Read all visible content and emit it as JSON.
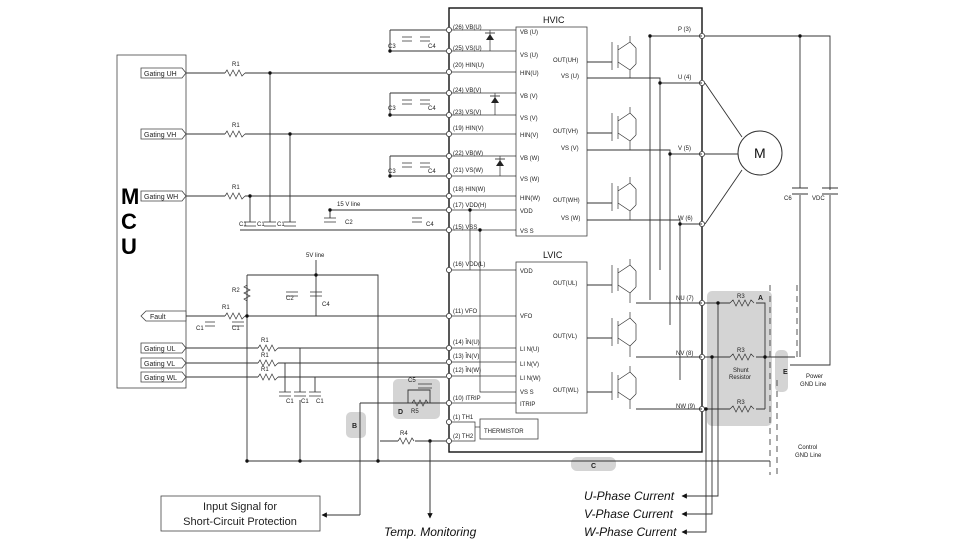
{
  "mcu": {
    "label_m": "M",
    "label_c": "C",
    "label_u": "U"
  },
  "mcu_signals": {
    "gating_uh": "Gating UH",
    "gating_vh": "Gating VH",
    "gating_wh": "Gating WH",
    "fault": "Fault",
    "gating_ul": "Gating UL",
    "gating_vl": "Gating VL",
    "gating_wl": "Gating WL"
  },
  "supply": {
    "v15": "15 V line",
    "v5": "5V line"
  },
  "components": {
    "r1": "R1",
    "r2": "R2",
    "r3": "R3",
    "r4": "R4",
    "r5": "R5",
    "c1": "C1",
    "c2": "C2",
    "c3": "C3",
    "c4": "C4",
    "c5": "C5",
    "c6": "C6",
    "vdc": "VDC",
    "thermistor": "THERMISTOR",
    "motor": "M",
    "shunt_line1": "Shunt",
    "shunt_line2": "Resistor"
  },
  "ic": {
    "hvic": "HVIC",
    "lvic": "LVIC"
  },
  "pins_left": [
    "(26) VB(U)",
    "(25) VS(U)",
    "(20) HIN(U)",
    "(24) VB(V)",
    "(23) VS(V)",
    "(19) HIN(V)",
    "(22) VB(W)",
    "(21) VS(W)",
    "(18) HIN(W)",
    "(17) VDD(H)",
    "(15) VSS",
    "(16) VDD(L)",
    "(11) VFO",
    "(14) ĪN(U)",
    "(13) ĪN(V)",
    "(12) ĪN(W)",
    "(10) ITRIP",
    "(1) TH1",
    "(2) TH2"
  ],
  "hvic_pins_left": [
    "VB (U)",
    "VS (U)",
    "HIN(U)",
    "VB (V)",
    "VS (V)",
    "HIN(V)",
    "VB (W)",
    "VS (W)",
    "HIN(W)",
    "VDD",
    "VS S"
  ],
  "hvic_pins_right": [
    "OUT(UH)",
    "VS (U)",
    "OUT(VH)",
    "VS (V)",
    "OUT(WH)",
    "VS (W)"
  ],
  "lvic_pins_left": [
    "VDD",
    "VFO",
    "LI N(U)",
    "LI N(V)",
    "LI N(W)",
    "VS S",
    "ITRIP"
  ],
  "lvic_pins_right": [
    "OUT(UL)",
    "OUT(VL)",
    "OUT(WL)"
  ],
  "pins_right": [
    "P (3)",
    "U (4)",
    "V (5)",
    "W (6)",
    "NU (7)",
    "NV (8)",
    "NW (9)"
  ],
  "regions": {
    "a": "A",
    "b": "B",
    "c": "C",
    "d": "D",
    "e": "E"
  },
  "gnd": {
    "power_line1": "Power",
    "power_line2": "GND Line",
    "control_line1": "Control",
    "control_line2": "GND Line"
  },
  "outputs": {
    "short_circuit_line1": "Input Signal for",
    "short_circuit_line2": "Short-Circuit Protection",
    "temp": "Temp. Monitoring",
    "u_phase": "U-Phase Current",
    "v_phase": "V-Phase Current",
    "w_phase": "W-Phase Current"
  }
}
